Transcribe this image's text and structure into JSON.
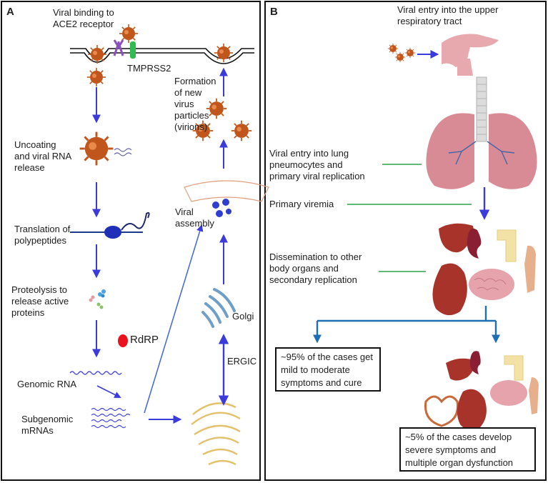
{
  "panels": {
    "a": "A",
    "b": "B"
  },
  "panel_a": {
    "binding_line1": "Viral binding to",
    "binding_line2": "ACE2 receptor",
    "tmprss2": "TMPRSS2",
    "uncoating_line1": "Uncoating",
    "uncoating_line2": "and viral RNA",
    "uncoating_line3": "release",
    "translation_line1": "Translation of",
    "translation_line2": "polypeptides",
    "proteolysis_line1": "Proteolysis to",
    "proteolysis_line2": "release active",
    "proteolysis_line3": "proteins",
    "rdrp": "RdRP",
    "genomic_rna": "Genomic RNA",
    "subgenomic_line1": "Subgenomic",
    "subgenomic_line2": "mRNAs",
    "formation_line1": "Formation",
    "formation_line2": "of new",
    "formation_line3": "virus",
    "formation_line4": "particles",
    "formation_line5": "(virions)",
    "assembly_line1": "Viral",
    "assembly_line2": "assembly",
    "golgi": "Golgi",
    "ergic": "ERGIC"
  },
  "panel_b": {
    "entry_line1": "Viral entry into the upper",
    "entry_line2": "respiratory tract",
    "lung_line1": "Viral entry into lung",
    "lung_line2": "pneumocytes and",
    "lung_line3": "primary viral replication",
    "viremia": "Primary viremia",
    "dissemination_line1": "Dissemination to other",
    "dissemination_line2": "body organs and",
    "dissemination_line3": "secondary replication",
    "mild_line1": "~95% of the cases get",
    "mild_line2": "mild to moderate",
    "mild_line3": "symptoms and cure",
    "severe_line1": "~5% of the cases develop",
    "severe_line2": "severe symptoms and",
    "severe_line3": "multiple organ dysfunction"
  },
  "colors": {
    "arrow": "#3b3bdc",
    "virus": "#c0561c",
    "connector": "#2aa34a",
    "split_arrow": "#1f6fb5",
    "lung": "#d98b95",
    "liver": "#a8332a"
  }
}
